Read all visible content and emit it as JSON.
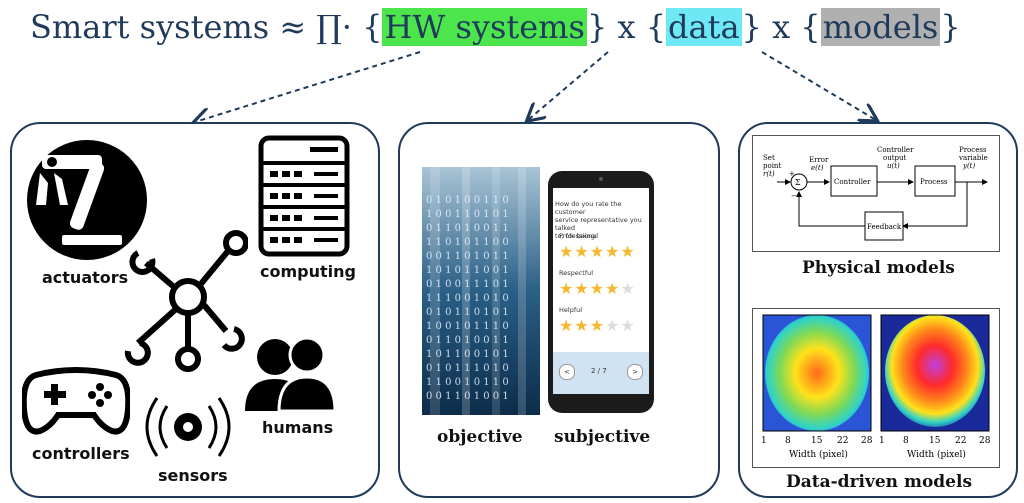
{
  "title": {
    "prefix": "Smart systems ≈ ∏· {",
    "hw": "HW systems",
    "mid1": "} x {",
    "data": "data",
    "mid2": "} x {",
    "models": "models",
    "suffix": "}",
    "colors": {
      "hw": "#4ce64c",
      "data": "#6ee8f5",
      "models": "#b0b0b0",
      "text": "#1f3a5a"
    }
  },
  "hw_box": {
    "actuators": "actuators",
    "computing": "computing",
    "controllers": "controllers",
    "sensors": "sensors",
    "humans": "humans"
  },
  "data_box": {
    "objective": "objective",
    "subjective": "subjective",
    "phone": {
      "question": [
        "How do you rate the customer",
        "service representative you talked",
        "to, for being:"
      ],
      "ratings": [
        {
          "label": "Professional",
          "stars": 5
        },
        {
          "label": "Respectful",
          "stars": 4
        },
        {
          "label": "Helpful",
          "stars": 3
        }
      ],
      "page": "2 / 7",
      "prev": "<",
      "next": ">"
    }
  },
  "models_box": {
    "physical_label": "Physical models",
    "data_driven_label": "Data-driven models",
    "block_diagram": {
      "setpoint": [
        "Set",
        "point",
        "r(t)"
      ],
      "error": [
        "Error",
        "e(t)"
      ],
      "controller": "Controller",
      "controller_output": [
        "Controller",
        "output",
        "u(t)"
      ],
      "process": "Process",
      "process_variable": [
        "Process",
        "variable",
        "y(t)"
      ],
      "feedback": "Feedback",
      "plus": "+",
      "minus": "−",
      "sum": "Σ"
    },
    "heatmap": {
      "xticks": [
        "1",
        "8",
        "15",
        "22",
        "28"
      ],
      "xlabel": "Width (pixel)"
    }
  }
}
